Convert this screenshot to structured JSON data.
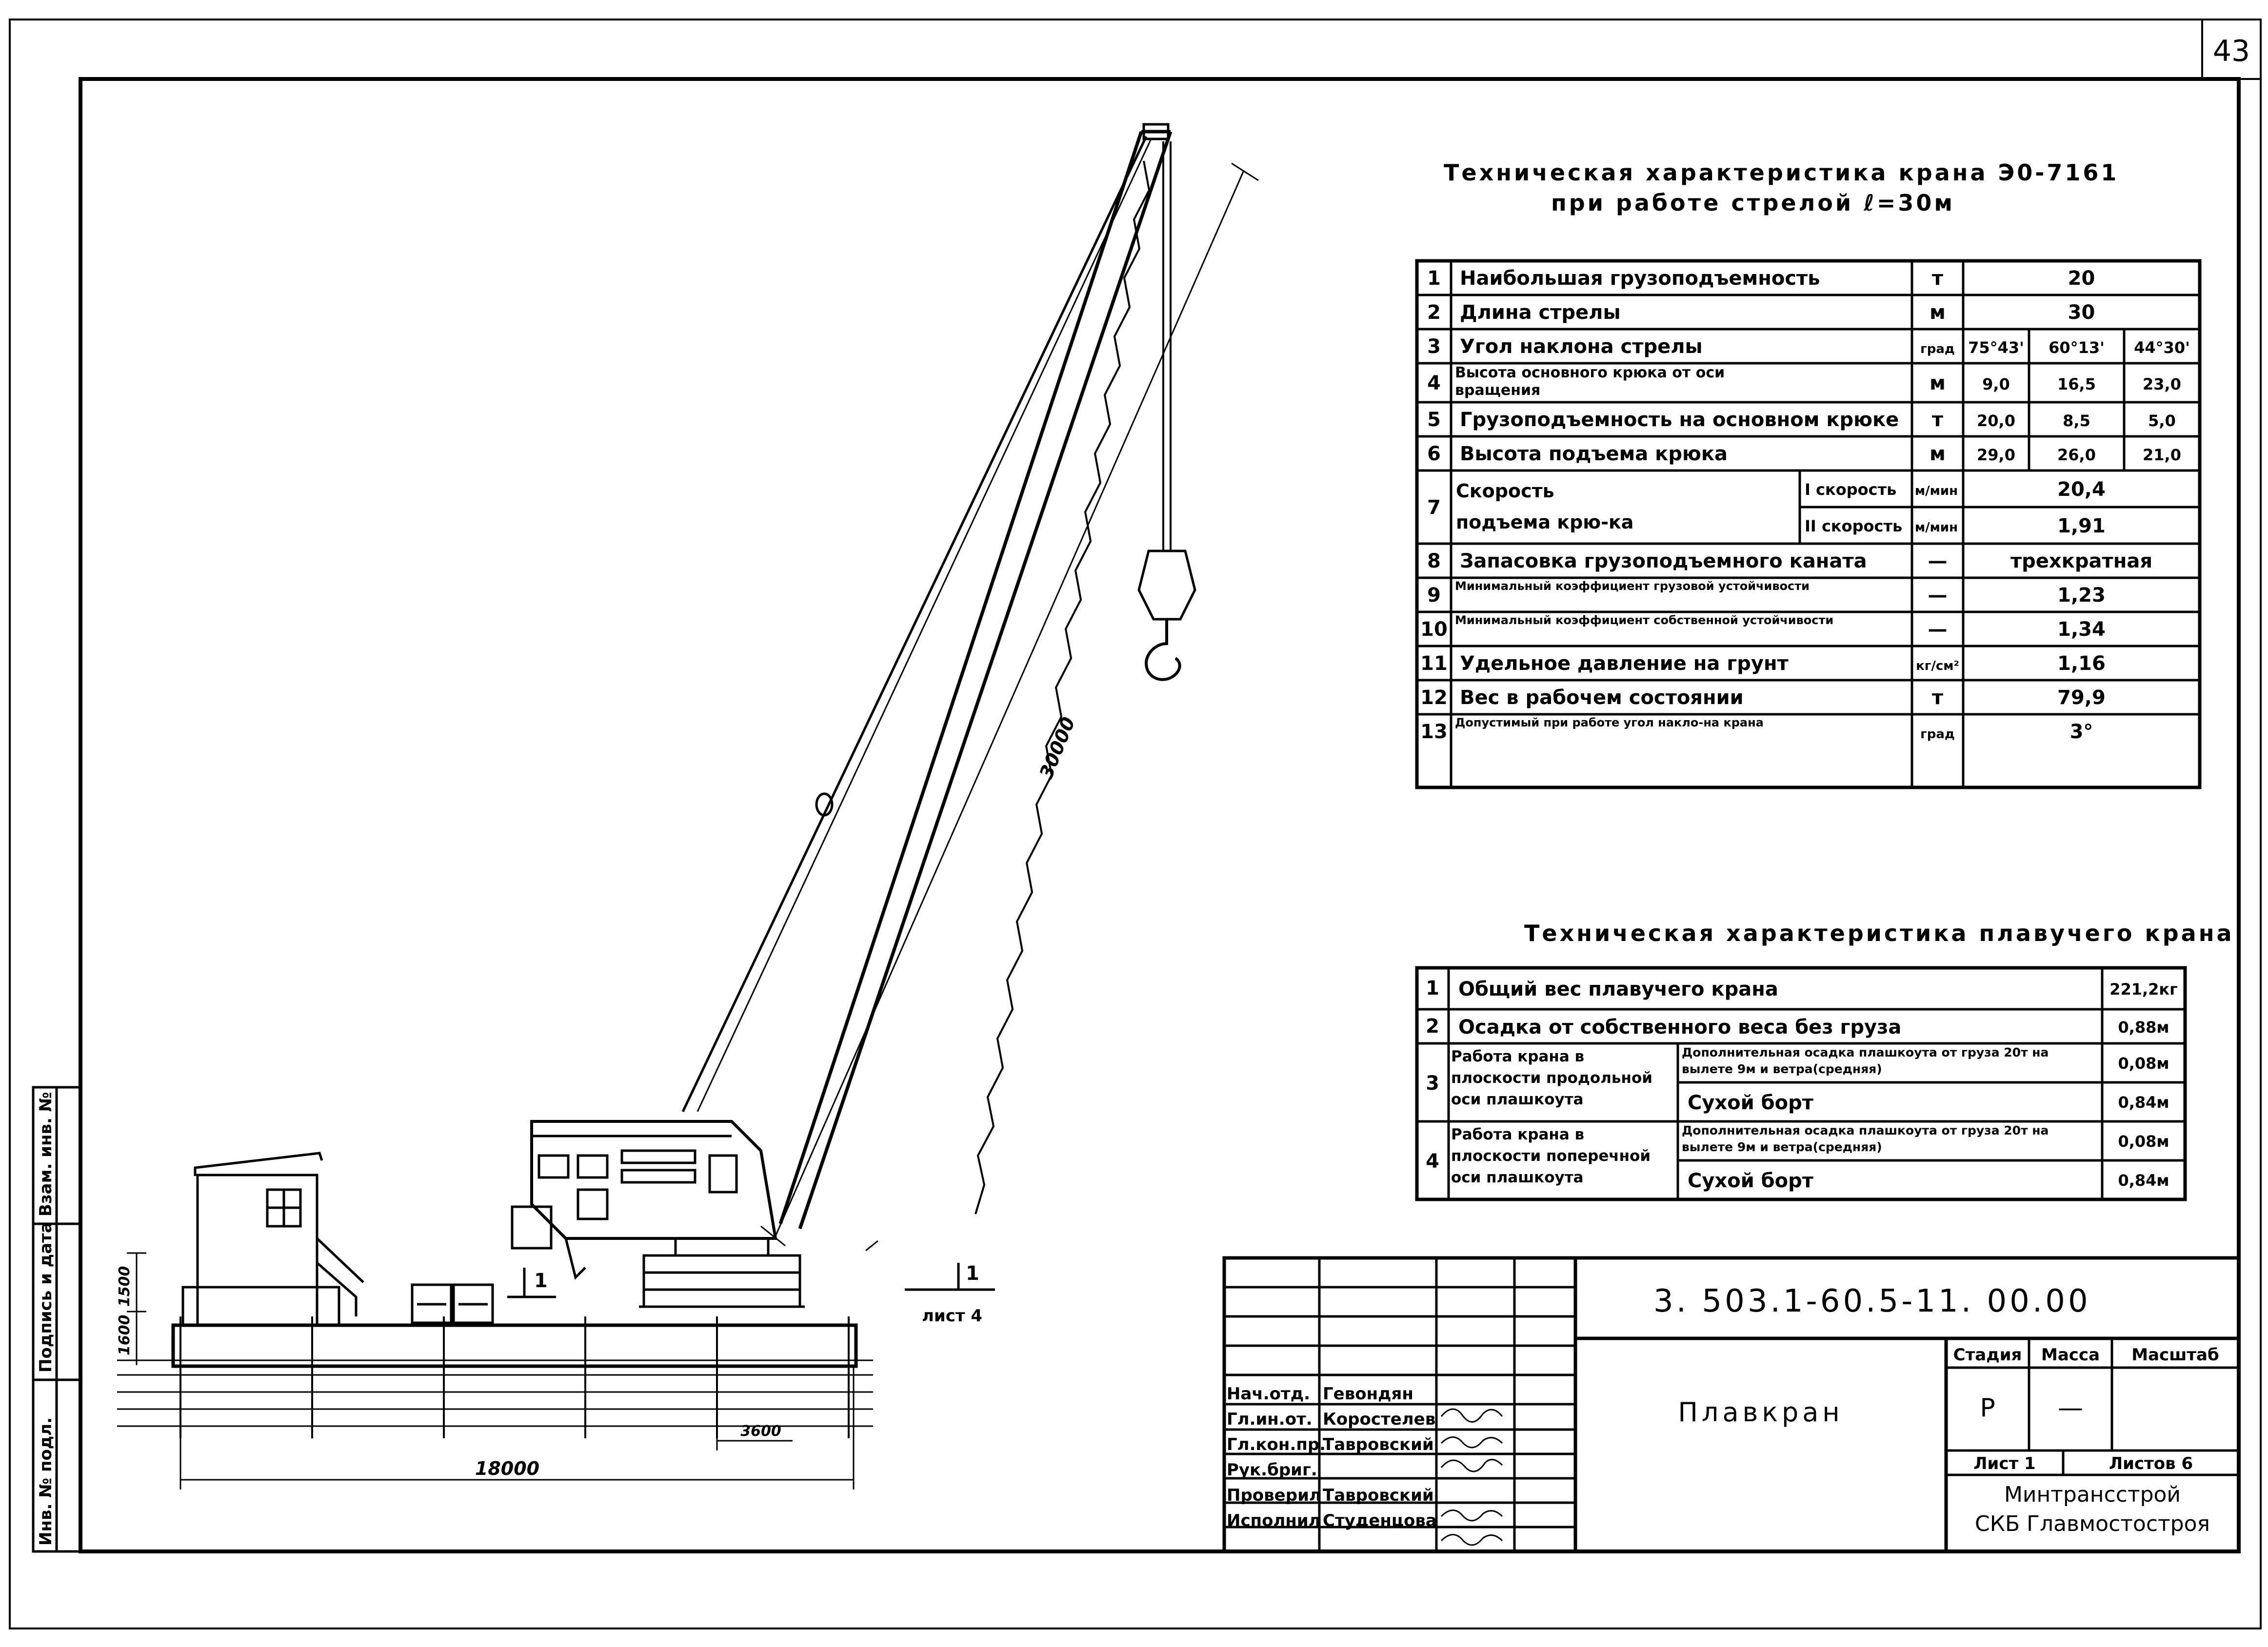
{
  "sheet_number": "43",
  "crane_spec": {
    "title_line1": "Техническая характеристика крана Э0-7161",
    "title_line2": "при работе стрелой ℓ=30м",
    "rows": [
      {
        "no": "1",
        "name": "Наибольшая грузоподъемность",
        "unit": "т",
        "value": "20"
      },
      {
        "no": "2",
        "name": "Длина стрелы",
        "unit": "м",
        "value": "30"
      },
      {
        "no": "3",
        "name": "Угол наклона стрелы",
        "unit": "град",
        "v1": "75°43'",
        "v2": "60°13'",
        "v3": "44°30'"
      },
      {
        "no": "4",
        "name": "Высота основного крюка от оси вращения",
        "unit": "м",
        "v1": "9,0",
        "v2": "16,5",
        "v3": "23,0"
      },
      {
        "no": "5",
        "name": "Грузоподъемность на основном крюке",
        "unit": "т",
        "v1": "20,0",
        "v2": "8,5",
        "v3": "5,0"
      },
      {
        "no": "6",
        "name": "Высота подъема крюка",
        "unit": "м",
        "v1": "29,0",
        "v2": "26,0",
        "v3": "21,0"
      },
      {
        "no": "7",
        "name": "Скорость подъема крю-ка",
        "sub1": "I скорость",
        "unit1": "м/мин",
        "val1": "20,4",
        "sub2": "II скорость",
        "unit2": "м/мин",
        "val2": "1,91"
      },
      {
        "no": "8",
        "name": "Запасовка грузоподъемного каната",
        "unit": "—",
        "value": "трехкратная"
      },
      {
        "no": "9",
        "name": "Минимальный коэффициент грузовой устойчивости",
        "unit": "—",
        "value": "1,23"
      },
      {
        "no": "10",
        "name": "Минимальный коэффициент собственной устойчивости",
        "unit": "—",
        "value": "1,34"
      },
      {
        "no": "11",
        "name": "Удельное давление на грунт",
        "unit": "кг/см²",
        "value": "1,16"
      },
      {
        "no": "12",
        "name": "Вес в рабочем состоянии",
        "unit": "т",
        "value": "79,9"
      },
      {
        "no": "13",
        "name": "Допустимый при работе угол накло-на крана",
        "unit": "град",
        "value": "3°"
      }
    ]
  },
  "float_spec": {
    "title": "Техническая характеристика плавучего крана",
    "rows": [
      {
        "no": "1",
        "name": "Общий вес плавучего крана",
        "value": "221,2кг"
      },
      {
        "no": "2",
        "name": "Осадка от собственного веса без груза",
        "value": "0,88м"
      },
      {
        "no": "3",
        "name": "Работа крана в плоскости продольной оси плашкоута",
        "sub1": "Дополнительная осадка плашкоута от груза 20т на вылете 9м и ветра(средняя)",
        "val1": "0,08м",
        "sub2": "Сухой борт",
        "val2": "0,84м"
      },
      {
        "no": "4",
        "name": "Работа крана в плоскости поперечной оси плашкоута",
        "sub1": "Дополнительная осадка плашкоута от груза 20т на вылете 9м и ветра(средняя)",
        "val1": "0,08м",
        "sub2": "Сухой борт",
        "val2": "0,84м"
      }
    ]
  },
  "drawing": {
    "dim_boom": "30000",
    "dim_length": "18000",
    "dim_3600": "3600",
    "dim_1500": "1500",
    "dim_1600": "1600",
    "section_mark": "1",
    "sheet_ref": "лист 4"
  },
  "title_block": {
    "doc_code": "3. 503.1-60.5-11. 00.00",
    "drawing_title": "Плавкран",
    "stage_h": "Стадия",
    "mass_h": "Масса",
    "scale_h": "Масштаб",
    "stage": "Р",
    "mass": "—",
    "sheet": "Лист 1",
    "sheets": "Листов 6",
    "org1": "Минтрансстрой",
    "org2": "СКБ Главмостостроя",
    "roles": [
      {
        "role": "Нач.отд.",
        "name": "Гевондян"
      },
      {
        "role": "Гл.ин.от.",
        "name": "Коростелев"
      },
      {
        "role": "Гл.кон.пр.",
        "name": "Тавровский"
      },
      {
        "role": "Рук.бриг.",
        "name": ""
      },
      {
        "role": "Проверил",
        "name": "Тавровский"
      },
      {
        "role": "Исполнил",
        "name": "Студенцова"
      }
    ]
  },
  "side_stamp": {
    "c1": "Инв. № подл.",
    "c2": "Подпись и дата",
    "c3": "Взам. инв. №"
  }
}
